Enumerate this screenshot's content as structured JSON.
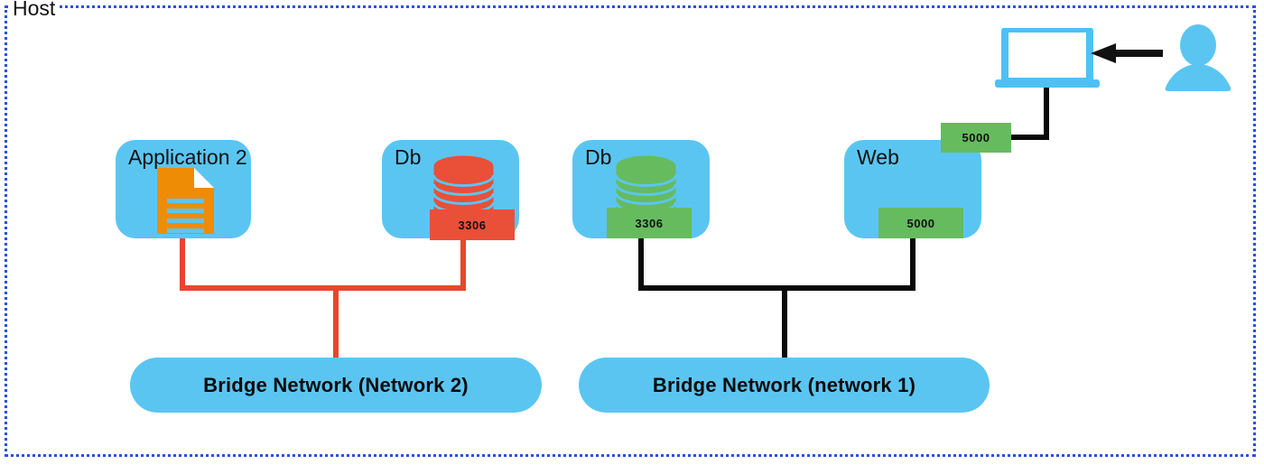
{
  "host": {
    "label": "Host",
    "border_color": "#2552e0"
  },
  "colors": {
    "node_blue": "#5bc5f2",
    "port_green": "#66bb5f",
    "port_red": "#ea4f38",
    "link_red": "#e8462c",
    "link_black": "#0a0a0a",
    "doc_orange": "#ef8c06",
    "db_red": "#ea4f38",
    "db_green": "#66bb5f"
  },
  "nodes": [
    {
      "id": "application-2",
      "label": "Application 2",
      "icon": "document-icon",
      "icon_color": "#ef8c06",
      "port": null
    },
    {
      "id": "db-red",
      "label": "Db",
      "icon": "database-icon",
      "icon_color": "#ea4f38",
      "port": "3306"
    },
    {
      "id": "db-green",
      "label": "Db",
      "icon": "database-icon",
      "icon_color": "#66bb5f",
      "port": "3306"
    },
    {
      "id": "web",
      "label": "Web",
      "icon": null,
      "port": "5000",
      "published_port": "5000"
    }
  ],
  "networks": [
    {
      "id": "network-2",
      "label": "Bridge Network (Network 2)"
    },
    {
      "id": "network-1",
      "label": "Bridge Network (network 1)"
    }
  ],
  "client": {
    "laptop_icon": "laptop-icon",
    "user_icon": "user-icon",
    "arrow_icon": "arrow-left-icon"
  }
}
